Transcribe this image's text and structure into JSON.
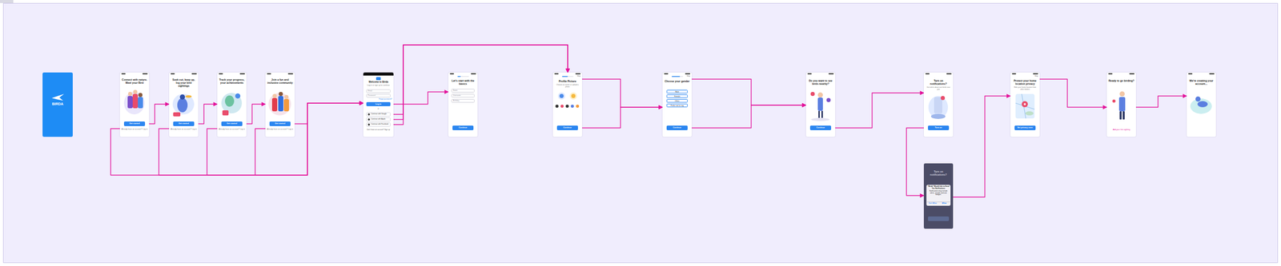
{
  "diagram": {
    "nodes": [
      {
        "text": [
          "BIRDA"
        ]
      },
      {
        "text": [
          "Connect with nature. Meet your Bird",
          "Already have an account? Log in"
        ]
      },
      {
        "text": [
          "Get started"
        ],
        "in": 1
      },
      {
        "text": [
          "Seek out, keep up, log your bird sightings",
          "Already have an account? Log in"
        ]
      },
      {
        "text": [
          "Get started"
        ],
        "in": 3
      },
      {
        "text": [
          "Track your progress, your achievements",
          "Already have an account? Log in"
        ]
      },
      {
        "text": [
          "Get started"
        ],
        "in": 5
      },
      {
        "text": [
          "Join a fun and inclusive community",
          "Already have an account? Log in"
        ]
      },
      {
        "text": [
          "Get started"
        ],
        "in": 7
      },
      {
        "text": [
          "Welcome to Birda",
          "Log in or sign up to continue",
          "Forgot password?",
          "or",
          "Don't have an account? Sign up"
        ]
      },
      {
        "text": [
          "Email"
        ],
        "in": 9
      },
      {
        "text": [
          "Password"
        ],
        "in": 9
      },
      {
        "text": [
          "Log in"
        ],
        "in": 9
      },
      {
        "text": [
          "Continue with Google"
        ],
        "in": 9
      },
      {
        "text": [
          "Continue with Apple"
        ],
        "in": 9
      },
      {
        "text": [
          "Continue with Facebook"
        ],
        "in": 9
      },
      {
        "text": [
          "Let's start with the basics"
        ]
      },
      {
        "text": [
          "Name"
        ],
        "in": 16
      },
      {
        "text": [
          "Username"
        ],
        "in": 16
      },
      {
        "text": [
          "Birthday"
        ],
        "in": 16
      },
      {
        "text": [
          "Continue"
        ],
        "in": 16
      },
      {
        "text": [
          "Skip",
          "Profile Picture",
          "Choose an avatar or upload a photo"
        ]
      },
      {
        "text": [
          "Continue"
        ],
        "in": 21
      },
      {
        "text": [
          "Skip",
          "Choose your gender"
        ]
      },
      {
        "text": [
          "Male"
        ],
        "in": 23
      },
      {
        "text": [
          "Female"
        ],
        "in": 23
      },
      {
        "text": [
          "Other"
        ],
        "in": 23
      },
      {
        "text": [
          "Prefer not to say"
        ],
        "in": 23
      },
      {
        "text": [
          "Continue"
        ],
        "in": 23
      },
      {
        "text": [
          "Do you want to see birds nearby?"
        ]
      },
      {
        "text": [
          "Continue"
        ],
        "in": 29
      },
      {
        "text": [
          "Turn on notifications?",
          "Get alerts about rare birds near you"
        ]
      },
      {
        "text": [
          "Turn on"
        ],
        "in": 31
      },
      {
        "text": [
          "Turn on notifications?"
        ]
      },
      {
        "text": [
          "“Birda” Would Like to Send You Notifications",
          "Notifications may include alerts, sounds and icon badges.",
          "Don't Allow",
          "Allow"
        ],
        "in": 33
      },
      {
        "text": [
          "Skip",
          "Protect your home location privacy",
          "Hide your home location from other birders"
        ]
      },
      {
        "text": [
          "Set privacy zone"
        ],
        "in": 35
      },
      {
        "text": [
          "Ready to go birding?",
          "Add your first sighting"
        ]
      },
      {
        "text": [
          "We're creating your account..."
        ]
      }
    ],
    "edges": [
      {
        "from": 2,
        "to": 3,
        "arrow": "to"
      },
      {
        "from": 4,
        "to": 5,
        "arrow": "to"
      },
      {
        "from": 6,
        "to": 7,
        "arrow": "to"
      },
      {
        "from": 8,
        "to": 9,
        "arrow": "to"
      },
      {
        "from": 1,
        "to": 9,
        "arrow": "to"
      },
      {
        "from": 3,
        "to": 9,
        "arrow": "to"
      },
      {
        "from": 5,
        "to": 9,
        "arrow": "to"
      },
      {
        "from": 7,
        "to": 9,
        "arrow": "to"
      },
      {
        "from": 12,
        "to": 16,
        "arrow": "to"
      },
      {
        "from": 13,
        "to": 21,
        "arrow": "to"
      },
      {
        "from": 14,
        "to": 21,
        "arrow": "to"
      },
      {
        "from": 15,
        "to": 21,
        "arrow": "to"
      },
      {
        "from": 21,
        "to": 23,
        "arrow": "to"
      },
      {
        "from": 22,
        "to": 23,
        "arrow": "to"
      },
      {
        "from": 23,
        "to": 29,
        "arrow": "to"
      },
      {
        "from": 28,
        "to": 29,
        "arrow": "to"
      },
      {
        "from": 30,
        "to": 31,
        "arrow": "to"
      },
      {
        "from": 32,
        "to": 33,
        "arrow": "to"
      },
      {
        "from": 33,
        "to": 35,
        "arrow": "to"
      },
      {
        "from": 35,
        "to": 37,
        "arrow": "to"
      },
      {
        "from": 37,
        "to": 38,
        "arrow": "to"
      }
    ]
  }
}
